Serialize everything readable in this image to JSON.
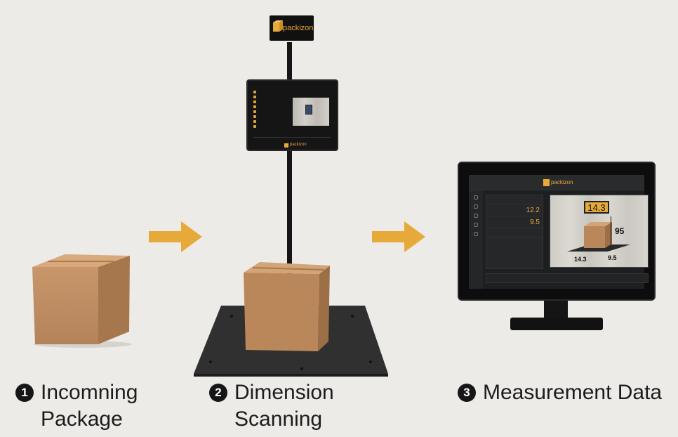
{
  "brand": {
    "name": "packizon",
    "accent": "#e8a93b"
  },
  "steps": [
    {
      "number": "1",
      "line1": "Incomning",
      "line2": "Package"
    },
    {
      "number": "2",
      "line1": "Dimension",
      "line2": "Scanning"
    },
    {
      "number": "3",
      "line1": "Measurement Data",
      "line2": ""
    }
  ],
  "monitor": {
    "dim1": "12.2",
    "dim2": "9.5",
    "overlay": {
      "top": "14.3",
      "height": "95",
      "length": "14.3",
      "width": "9.5"
    }
  },
  "icons": {
    "arrow1": "right-arrow-icon",
    "arrow2": "right-arrow-icon",
    "logo": "box-logo-icon"
  }
}
